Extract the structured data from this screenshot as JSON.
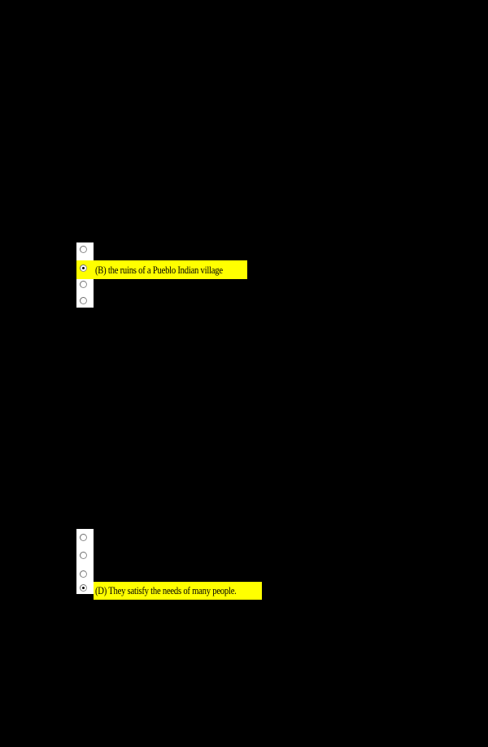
{
  "page": {
    "background_color": "#000000",
    "strip_color": "#ffffff",
    "highlight_color": "#ffff00",
    "text_color": "#000000"
  },
  "questions": [
    {
      "name": "question-1",
      "options_count": 4,
      "selected_index": 1,
      "selected_answer": "(B) the ruins of a Pueblo Indian village"
    },
    {
      "name": "question-2",
      "options_count": 4,
      "selected_index": 3,
      "selected_answer": "(D) They satisfy the needs of many people."
    }
  ]
}
